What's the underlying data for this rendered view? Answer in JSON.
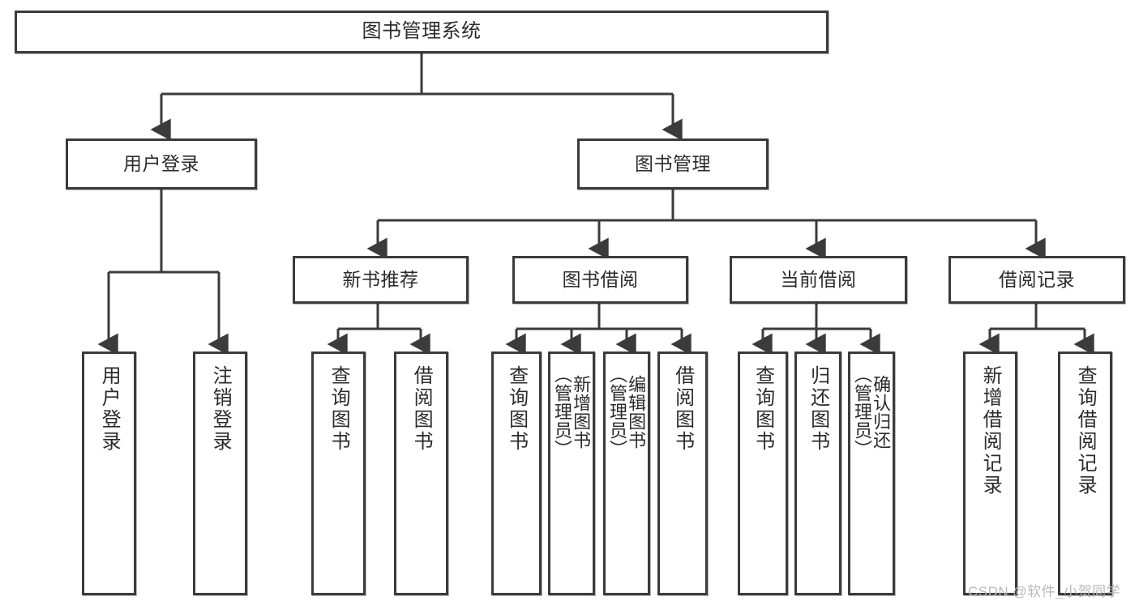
{
  "diagram": {
    "title": "图书管理系统",
    "type": "tree-hierarchy",
    "watermark": "CSDN @软件_小贺同学",
    "colors": {
      "border": "#3b3b3b",
      "text": "#2b2b2b",
      "background": "#ffffff",
      "edge": "#3b3b3b",
      "watermark": "#b9b9b9"
    },
    "nodes": {
      "root": {
        "label": "图书管理系统"
      },
      "level1": [
        {
          "label": "用户登录"
        },
        {
          "label": "图书管理"
        }
      ],
      "level2": [
        {
          "label": "新书推荐"
        },
        {
          "label": "图书借阅"
        },
        {
          "label": "当前借阅"
        },
        {
          "label": "借阅记录"
        }
      ],
      "leaves": {
        "user_login": [
          {
            "label": "用户登录"
          },
          {
            "label": "注销登录"
          }
        ],
        "new_books": [
          {
            "label": "查询图书"
          },
          {
            "label": "借阅图书"
          }
        ],
        "borrow_books": [
          {
            "label": "查询图书"
          },
          {
            "label": "新增图书\n（管理员）"
          },
          {
            "label": "编辑图书\n（管理员）"
          },
          {
            "label": "借阅图书"
          }
        ],
        "current_borrow": [
          {
            "label": "查询图书"
          },
          {
            "label": "归还图书"
          },
          {
            "label": "确认归还\n（管理员）"
          }
        ],
        "borrow_records": [
          {
            "label": "新增借阅记录"
          },
          {
            "label": "查询借阅记录"
          }
        ]
      }
    }
  }
}
